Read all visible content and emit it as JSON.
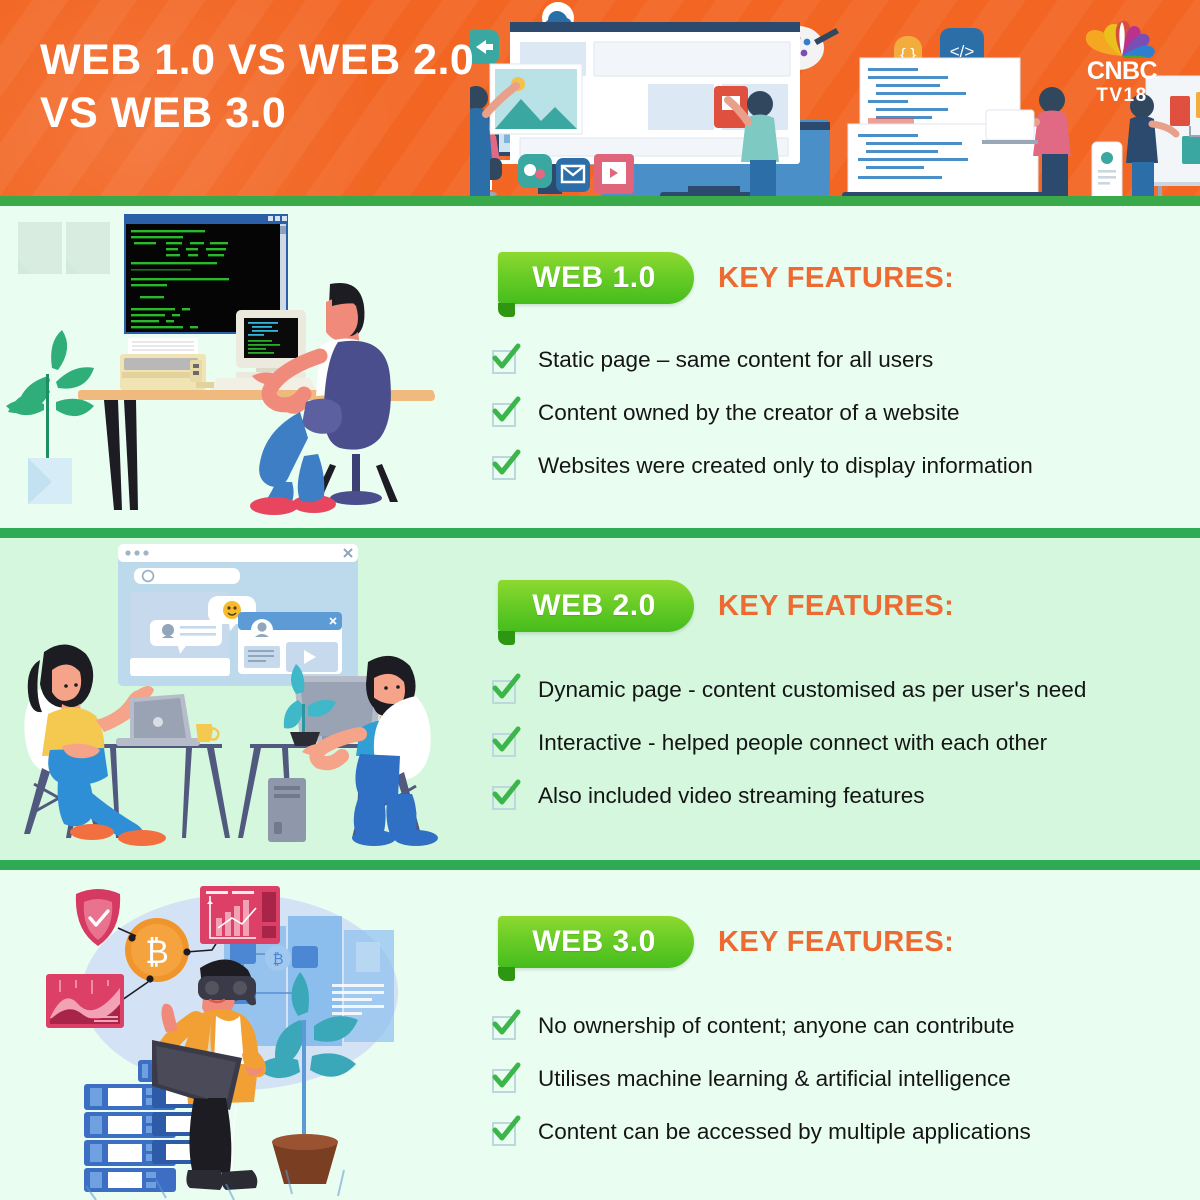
{
  "header": {
    "title": "WEB 1.0 VS WEB 2.0\nVS WEB 3.0",
    "background_color": "#f26522",
    "accent_rule_color": "#3aa94a",
    "illustration_name": "web-development-team-illustration",
    "icons": [
      "cloud-icon",
      "share-icon",
      "lightbulb-icon",
      "palette-icon",
      "code-brackets-icon",
      "code-tag-icon",
      "gear-icon",
      "tools-icon",
      "chat-icon",
      "mail-icon",
      "video-icon",
      "image-icon",
      "badge-icon"
    ]
  },
  "logo": {
    "brand": "CNBC",
    "sub_brand": "TV18",
    "peacock_colors": [
      "#f5a623",
      "#e8c11c",
      "#d64e3f",
      "#b9338c",
      "#7a4fb5",
      "#2f7fd1",
      "#4aa82e"
    ]
  },
  "key_features_label": "KEY FEATURES:",
  "sections": [
    {
      "id": "web1",
      "badge": "WEB 1.0",
      "background": "#eafdf1",
      "illustration_name": "retro-desktop-workstation-illustration",
      "features": [
        "Static page – same content for all users",
        "Content owned by the creator of a website",
        "Websites were created only to display information"
      ]
    },
    {
      "id": "web2",
      "badge": "WEB 2.0",
      "background": "#d4f7dd",
      "illustration_name": "two-people-social-web-illustration",
      "features": [
        "Dynamic page - content customised as per user's need",
        "Interactive - helped people connect with each other",
        "Also included video streaming features"
      ]
    },
    {
      "id": "web3",
      "badge": "WEB 3.0",
      "background": "#eafdf1",
      "illustration_name": "vr-blockchain-servers-illustration",
      "features": [
        "No ownership of content; anyone can contribute",
        "Utilises machine learning & artificial intelligence",
        "Content can be accessed by multiple applications"
      ]
    }
  ],
  "colors": {
    "orange": "#f26522",
    "key_features_orange": "#ed6b33",
    "badge_green_light": "#8ed930",
    "badge_green_dark": "#45bd1d",
    "divider_green": "#2fab55",
    "check_green": "#3cb54a",
    "check_box_outline": "#bcd7dd",
    "text_dark": "#151515"
  }
}
